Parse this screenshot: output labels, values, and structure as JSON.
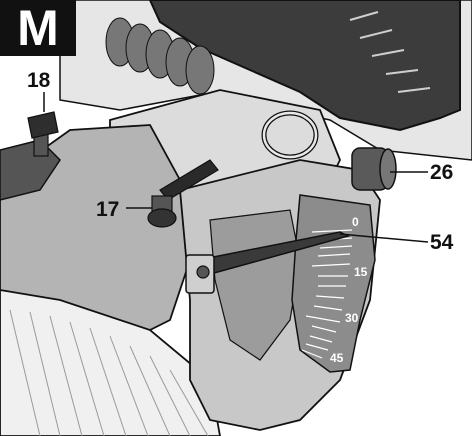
{
  "figure": {
    "panel_letter": "M",
    "callouts": {
      "c18": "18",
      "c17": "17",
      "c26": "26",
      "c54": "54"
    },
    "scale_numbers": [
      "0",
      "15",
      "30",
      "45"
    ],
    "colors": {
      "outline": "#111111",
      "light_gray": "#d9d9d9",
      "mid_gray": "#a6a6a6",
      "dark_gray": "#4a4a4a",
      "scale_face": "#8c8c8c"
    }
  }
}
